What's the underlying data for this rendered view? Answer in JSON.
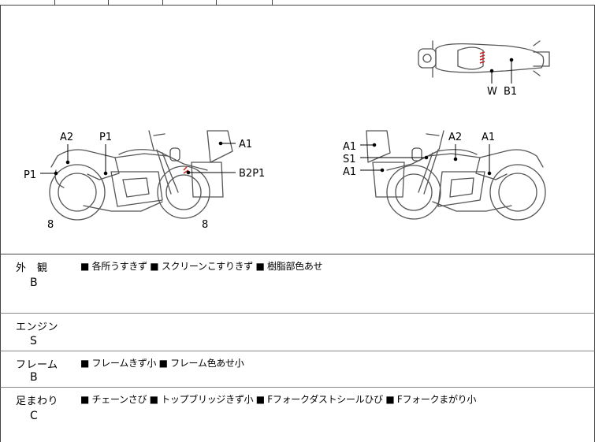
{
  "diagram": {
    "left_bike": {
      "labels": [
        "A2",
        "P1",
        "P1",
        "A1",
        "B2P1",
        "8",
        "8"
      ]
    },
    "right_bike": {
      "labels": [
        "A1",
        "S1",
        "A1",
        "A2",
        "A1"
      ]
    },
    "top_view": {
      "labels": [
        "W",
        "B1"
      ]
    }
  },
  "rows": [
    {
      "category": "外　観",
      "grade": "B",
      "notes": "■ 各所うすきず ■ スクリーンこすりきず ■ 樹脂部色あせ"
    },
    {
      "category": "エンジン",
      "grade": "S",
      "notes": ""
    },
    {
      "category": "フレーム",
      "grade": "B",
      "notes": "■ フレームきず小 ■ フレーム色あせ小"
    },
    {
      "category": "足まわり",
      "grade": "C",
      "notes": "■ チェーンさび ■ トップブリッジきず小 ■ Fフォークダストシールひび ■ Fフォークまがり小"
    }
  ],
  "colors": {
    "line": "#555555",
    "damage_mark": "#cc2222"
  }
}
